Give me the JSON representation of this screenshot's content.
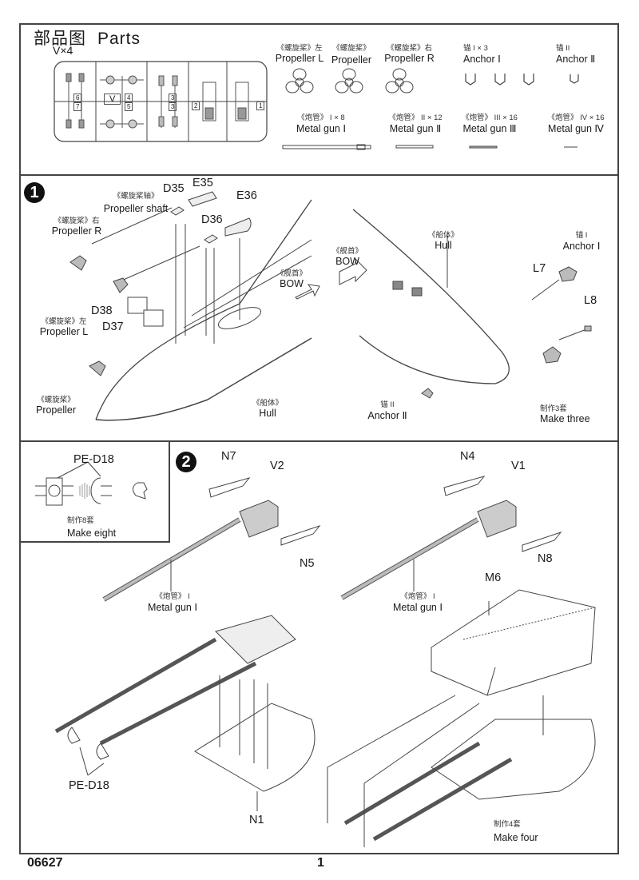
{
  "document": {
    "product_code": "06627",
    "page_number": "1"
  },
  "parts_section": {
    "title_cn": "部品图",
    "title_en": "Parts",
    "sprue_label": "V×4",
    "sprue_letter": "V",
    "sprue_part_numbers": [
      "6",
      "7",
      "4",
      "5",
      "3",
      "3",
      "2",
      "1"
    ],
    "propellers": [
      {
        "cn": "《螺旋桨》左",
        "en": "Propeller  L"
      },
      {
        "cn": "《螺旋桨》",
        "en": "Propeller"
      },
      {
        "cn": "《螺旋桨》右",
        "en": "Propeller R"
      }
    ],
    "anchors": [
      {
        "cn": "锚  I × 3",
        "en": "Anchor Ⅰ"
      },
      {
        "cn": "锚  II",
        "en": "Anchor  Ⅱ"
      }
    ],
    "metal_guns": [
      {
        "cn": "《炮管》 I × 8",
        "en": "Metal gun Ⅰ"
      },
      {
        "cn": "《炮管》 II × 12",
        "en": "Metal gun Ⅱ"
      },
      {
        "cn": "《炮管》 III × 16",
        "en": "Metal gun Ⅲ"
      },
      {
        "cn": "《炮管》 IV × 16",
        "en": "Metal gun Ⅳ"
      }
    ]
  },
  "step1": {
    "number": "1",
    "labels": {
      "shaft_cn": "《螺旋桨轴》",
      "shaft_en": "Propeller shaft",
      "prop_r_cn": "《螺旋桨》右",
      "prop_r_en": "Propeller R",
      "prop_l_cn": "《螺旋桨》左",
      "prop_l_en": "Propeller  L",
      "prop_cn": "《螺旋桨》",
      "prop_en": "Propeller",
      "bow_cn": "《舰首》",
      "bow_en": "BOW",
      "hull_cn": "《船体》",
      "hull_en": "Hull",
      "bow2_cn": "《舰首》",
      "bow2_en": "BOW",
      "hull2_cn": "《船体》",
      "hull2_en": "Hull",
      "anchor1_cn": "锚  I",
      "anchor1_en": "Anchor Ⅰ",
      "anchor2_cn": "锚  II",
      "anchor2_en": "Anchor  Ⅱ",
      "make_cn": "制作3套",
      "make_en": "Make three"
    },
    "part_ids": [
      "D35",
      "E35",
      "E36",
      "D36",
      "D38",
      "D37",
      "L7",
      "L8"
    ]
  },
  "pe_inset": {
    "part": "PE-D18",
    "make_cn": "制作8套",
    "make_en": "Make eight"
  },
  "step2": {
    "number": "2",
    "part_ids": [
      "N7",
      "V2",
      "N5",
      "N4",
      "V1",
      "N8",
      "M6",
      "N1",
      "PE-D18"
    ],
    "gun_left_cn": "《炮管》 I",
    "gun_left_en": "Metal gun Ⅰ",
    "gun_right_cn": "《炮管》 I",
    "gun_right_en": "Metal gun Ⅰ",
    "make_cn": "制作4套",
    "make_en": "Make four"
  }
}
